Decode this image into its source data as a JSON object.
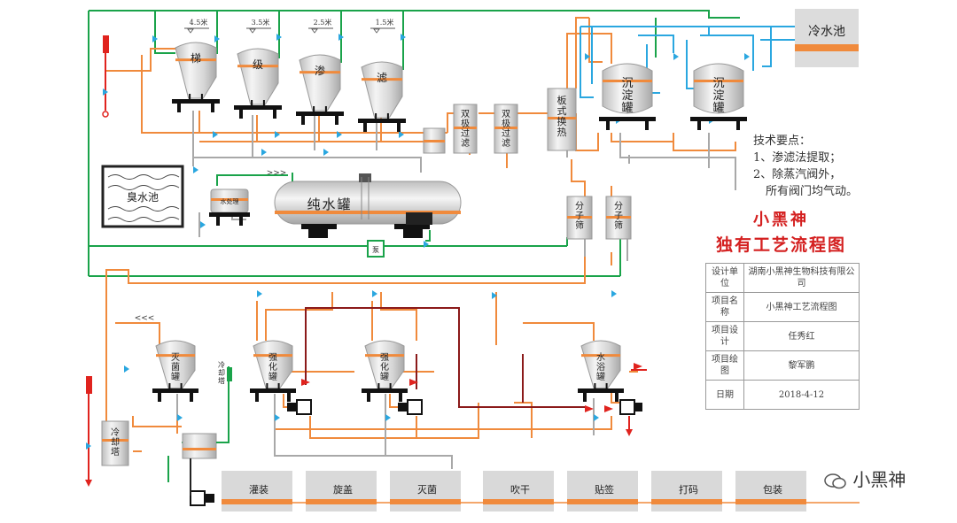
{
  "tanks_top": [
    {
      "label": "梯",
      "level": "4.5米"
    },
    {
      "label": "级",
      "level": "3.5米"
    },
    {
      "label": "渗",
      "level": "2.5米"
    },
    {
      "label": "滤",
      "level": "1.5米"
    }
  ],
  "cold_pool": "冷水池",
  "settling": [
    "沉淀罐",
    "沉淀罐"
  ],
  "double_filters": [
    "双极过滤",
    "双极过滤"
  ],
  "plate_exchanger": "板式换热",
  "molecular_sieves": [
    "分子筛",
    "分子筛"
  ],
  "smell_pool": "臭水池",
  "water_pump": "水处理",
  "pure_tank": "纯水罐",
  "pump_label": "泵",
  "flow_marks": [
    ">>>",
    "<<<"
  ],
  "strengthen_tanks": [
    "强化罐",
    "强化罐"
  ],
  "sterilize_tank": "灭菌罐",
  "water_bath_tank": "水浴罐",
  "cooling_tower_left": "冷却塔",
  "cooling_tower_small": "冷却塔",
  "production_line": [
    "灌装",
    "旋盖",
    "灭菌",
    "吹干",
    "贴签",
    "打码",
    "包装"
  ],
  "notes": {
    "title": "技术要点：",
    "items": [
      "1、渗滤法提取；",
      "2、除蒸汽阀外，",
      "所有阀门均气动。"
    ]
  },
  "brand_name": "小黑神",
  "diagram_title": "独有工艺流程图",
  "info_table": [
    {
      "key": "设计单位",
      "value": "湖南小黑神生物科技有限公司"
    },
    {
      "key": "项目名称",
      "value": "小黑神工艺流程图"
    },
    {
      "key": "项目设计",
      "value": "任秀红"
    },
    {
      "key": "项目绘图",
      "value": "黎军鹏"
    },
    {
      "key": "日期",
      "value": "2018-4-12"
    }
  ],
  "watermark": "小黑神",
  "colors": {
    "green": "#1aa34a",
    "orange": "#f08a3c",
    "blue": "#2aa7e0",
    "gray": "#a8a8a8",
    "maroon": "#8b1a1a",
    "red": "#e0231e",
    "tank": "#d9d9d9"
  }
}
